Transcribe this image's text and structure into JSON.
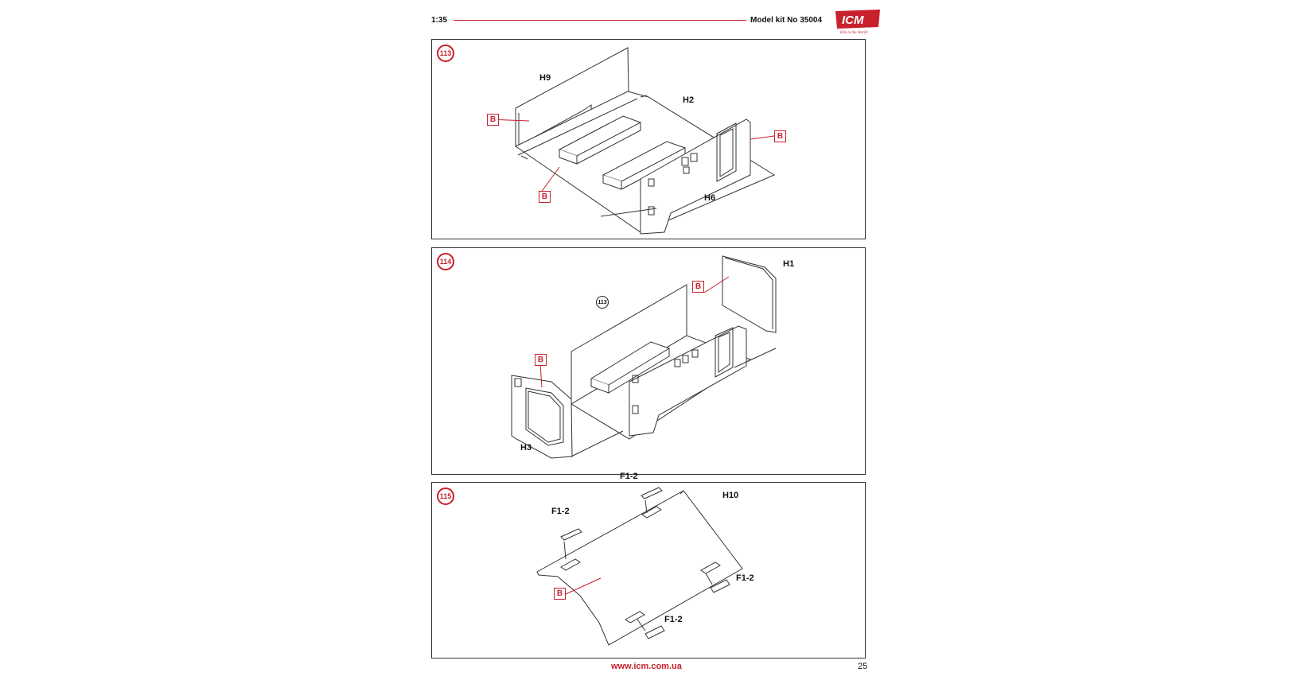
{
  "header": {
    "scale": "1:35",
    "model": "Model kit No 35004",
    "logo_text": "ICM",
    "logo_tagline": "Kits in the World"
  },
  "steps": [
    {
      "number": "113",
      "parts": [
        "H9",
        "H2",
        "H6"
      ],
      "color_tags": [
        "B",
        "B",
        "B"
      ]
    },
    {
      "number": "114",
      "parts": [
        "H1",
        "H3"
      ],
      "color_tags": [
        "B",
        "B"
      ],
      "reference": "113"
    },
    {
      "number": "115",
      "parts": [
        "H10",
        "F1-2",
        "F1-2",
        "F1-2",
        "F1-2"
      ],
      "color_tags": [
        "B"
      ]
    }
  ],
  "footer": {
    "url": "www.icm.com.ua",
    "page": "25"
  },
  "colors": {
    "accent": "#c8202d",
    "line": "#333333"
  }
}
